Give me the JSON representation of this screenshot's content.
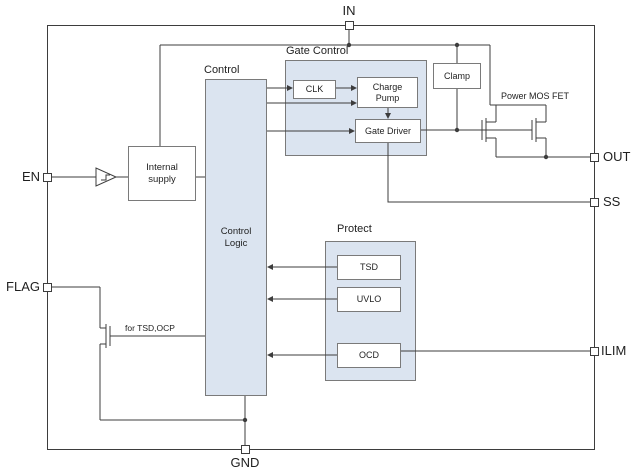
{
  "colors": {
    "group_fill": "#dbe4f0",
    "border": "#7a7a7a",
    "wire": "#3d3d3d",
    "text": "#1f1f1f"
  },
  "pins": {
    "in": {
      "label": "IN"
    },
    "en": {
      "label": "EN"
    },
    "flag": {
      "label": "FLAG"
    },
    "out": {
      "label": "OUT"
    },
    "ss": {
      "label": "SS"
    },
    "ilim": {
      "label": "ILIM"
    },
    "gnd": {
      "label": "GND"
    }
  },
  "groups": {
    "control": {
      "label": "Control"
    },
    "gate_control": {
      "label": "Gate Control"
    },
    "protect": {
      "label": "Protect"
    }
  },
  "blocks": {
    "internal_supply": {
      "line1": "Internal",
      "line2": "supply"
    },
    "control_logic": {
      "line1": "Control",
      "line2": "Logic"
    },
    "clk": {
      "label": "CLK"
    },
    "charge_pump": {
      "line1": "Charge",
      "line2": "Pump"
    },
    "gate_driver": {
      "label": "Gate Driver"
    },
    "clamp": {
      "label": "Clamp"
    },
    "tsd": {
      "label": "TSD"
    },
    "uvlo": {
      "label": "UVLO"
    },
    "ocd": {
      "label": "OCD"
    }
  },
  "annotations": {
    "power_mos_fet": {
      "label": "Power MOS FET"
    },
    "for_tsd_ocp": {
      "label": "for TSD,OCP"
    }
  }
}
